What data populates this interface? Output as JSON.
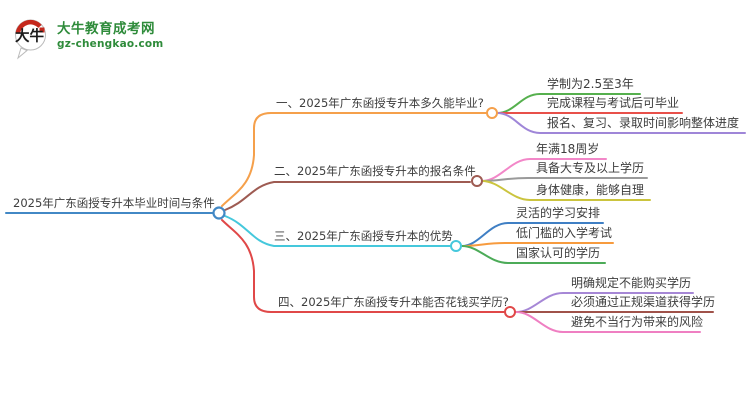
{
  "logo": {
    "icon": "daniu-speech-bubble-logo",
    "icon_text": "大牛",
    "title": "大牛教育成考网",
    "subtitle": "gz-chengkao.com",
    "brand_color": "#2e8b3a",
    "accent_red": "#c5281c"
  },
  "mindmap": {
    "root": {
      "label": "2025年广东函授专升本毕业时间与条件",
      "color": "#4288c5"
    },
    "branches": [
      {
        "label": "一、2025年广东函授专升本多久能毕业?",
        "color": "#f5a04b",
        "children": [
          {
            "label": "学制为2.5至3年",
            "color": "#56b04e"
          },
          {
            "label": "完成课程与考试后可毕业",
            "color": "#e8504a"
          },
          {
            "label": "报名、复习、录取时间影响整体进度",
            "color": "#9f86d8"
          }
        ]
      },
      {
        "label": "二、2025年广东函授专升本的报名条件",
        "color": "#9e5b52",
        "children": [
          {
            "label": "年满18周岁",
            "color": "#f287c8"
          },
          {
            "label": "具备大专及以上学历",
            "color": "#9a9a9a"
          },
          {
            "label": "身体健康，能够自理",
            "color": "#cbc43e"
          }
        ]
      },
      {
        "label": "三、2025年广东函授专升本的优势",
        "color": "#45c8dc",
        "children": [
          {
            "label": "灵活的学习安排",
            "color": "#3f7fc4"
          },
          {
            "label": "低门槛的入学考试",
            "color": "#f79b3e"
          },
          {
            "label": "国家认可的学历",
            "color": "#4cab58"
          }
        ]
      },
      {
        "label": "四、2025年广东函授专升本能否花钱买学历?",
        "color": "#e04848",
        "children": [
          {
            "label": "明确规定不能购买学历",
            "color": "#a687d6"
          },
          {
            "label": "必须通过正规渠道获得学历",
            "color": "#a0524a"
          },
          {
            "label": "避免不当行为带来的风险",
            "color": "#ef7fc2"
          }
        ]
      }
    ]
  }
}
